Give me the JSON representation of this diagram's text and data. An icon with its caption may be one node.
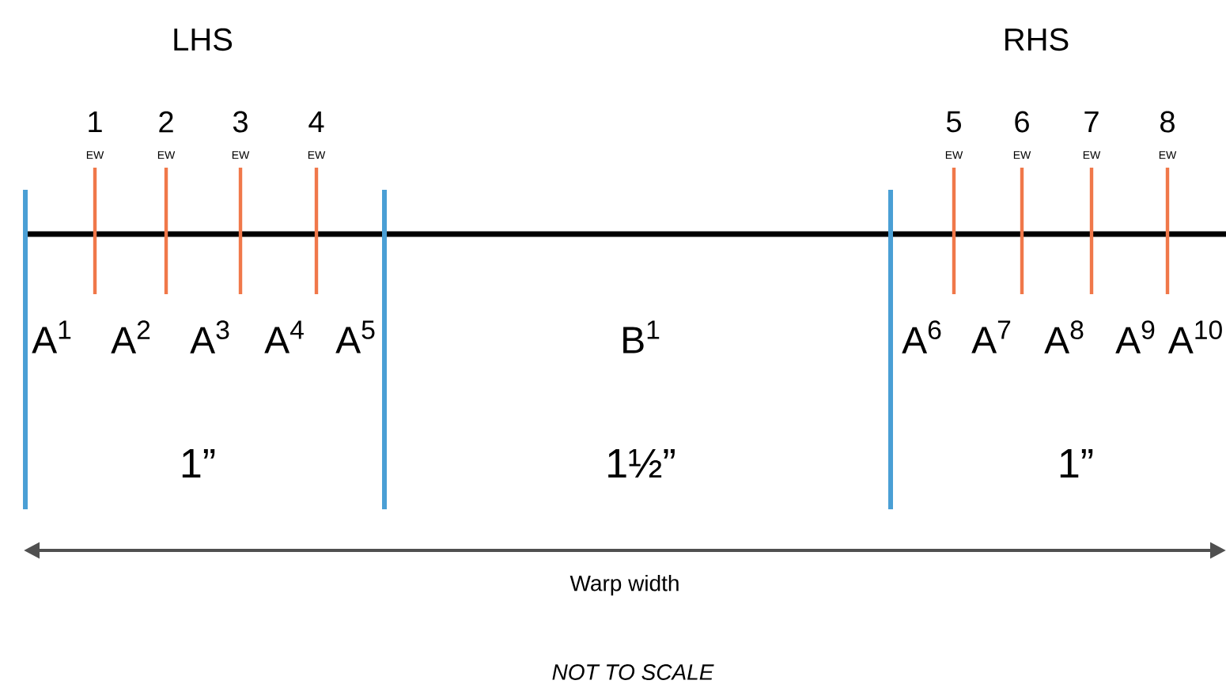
{
  "diagram": {
    "labels": [
      "LHS",
      "RHS",
      "1",
      "2",
      "3",
      "4",
      "5",
      "6",
      "7",
      "8",
      "EW",
      "EW",
      "EW",
      "EW",
      "EW",
      "EW",
      "EW",
      "EW",
      "A$^{1}$",
      "A$^{2}$",
      "A$^{3}$",
      "A$^{4}$",
      "A$^{5}$",
      "B$^{1}$",
      "A$^{6}$",
      "A$^{7}$",
      "A$^{8}$",
      "A$^{9}$",
      "A$^{10}$",
      "1”",
      "1½”",
      "1”",
      "Warp width",
      "NOT TO SCALE"
    ]
  }
}
